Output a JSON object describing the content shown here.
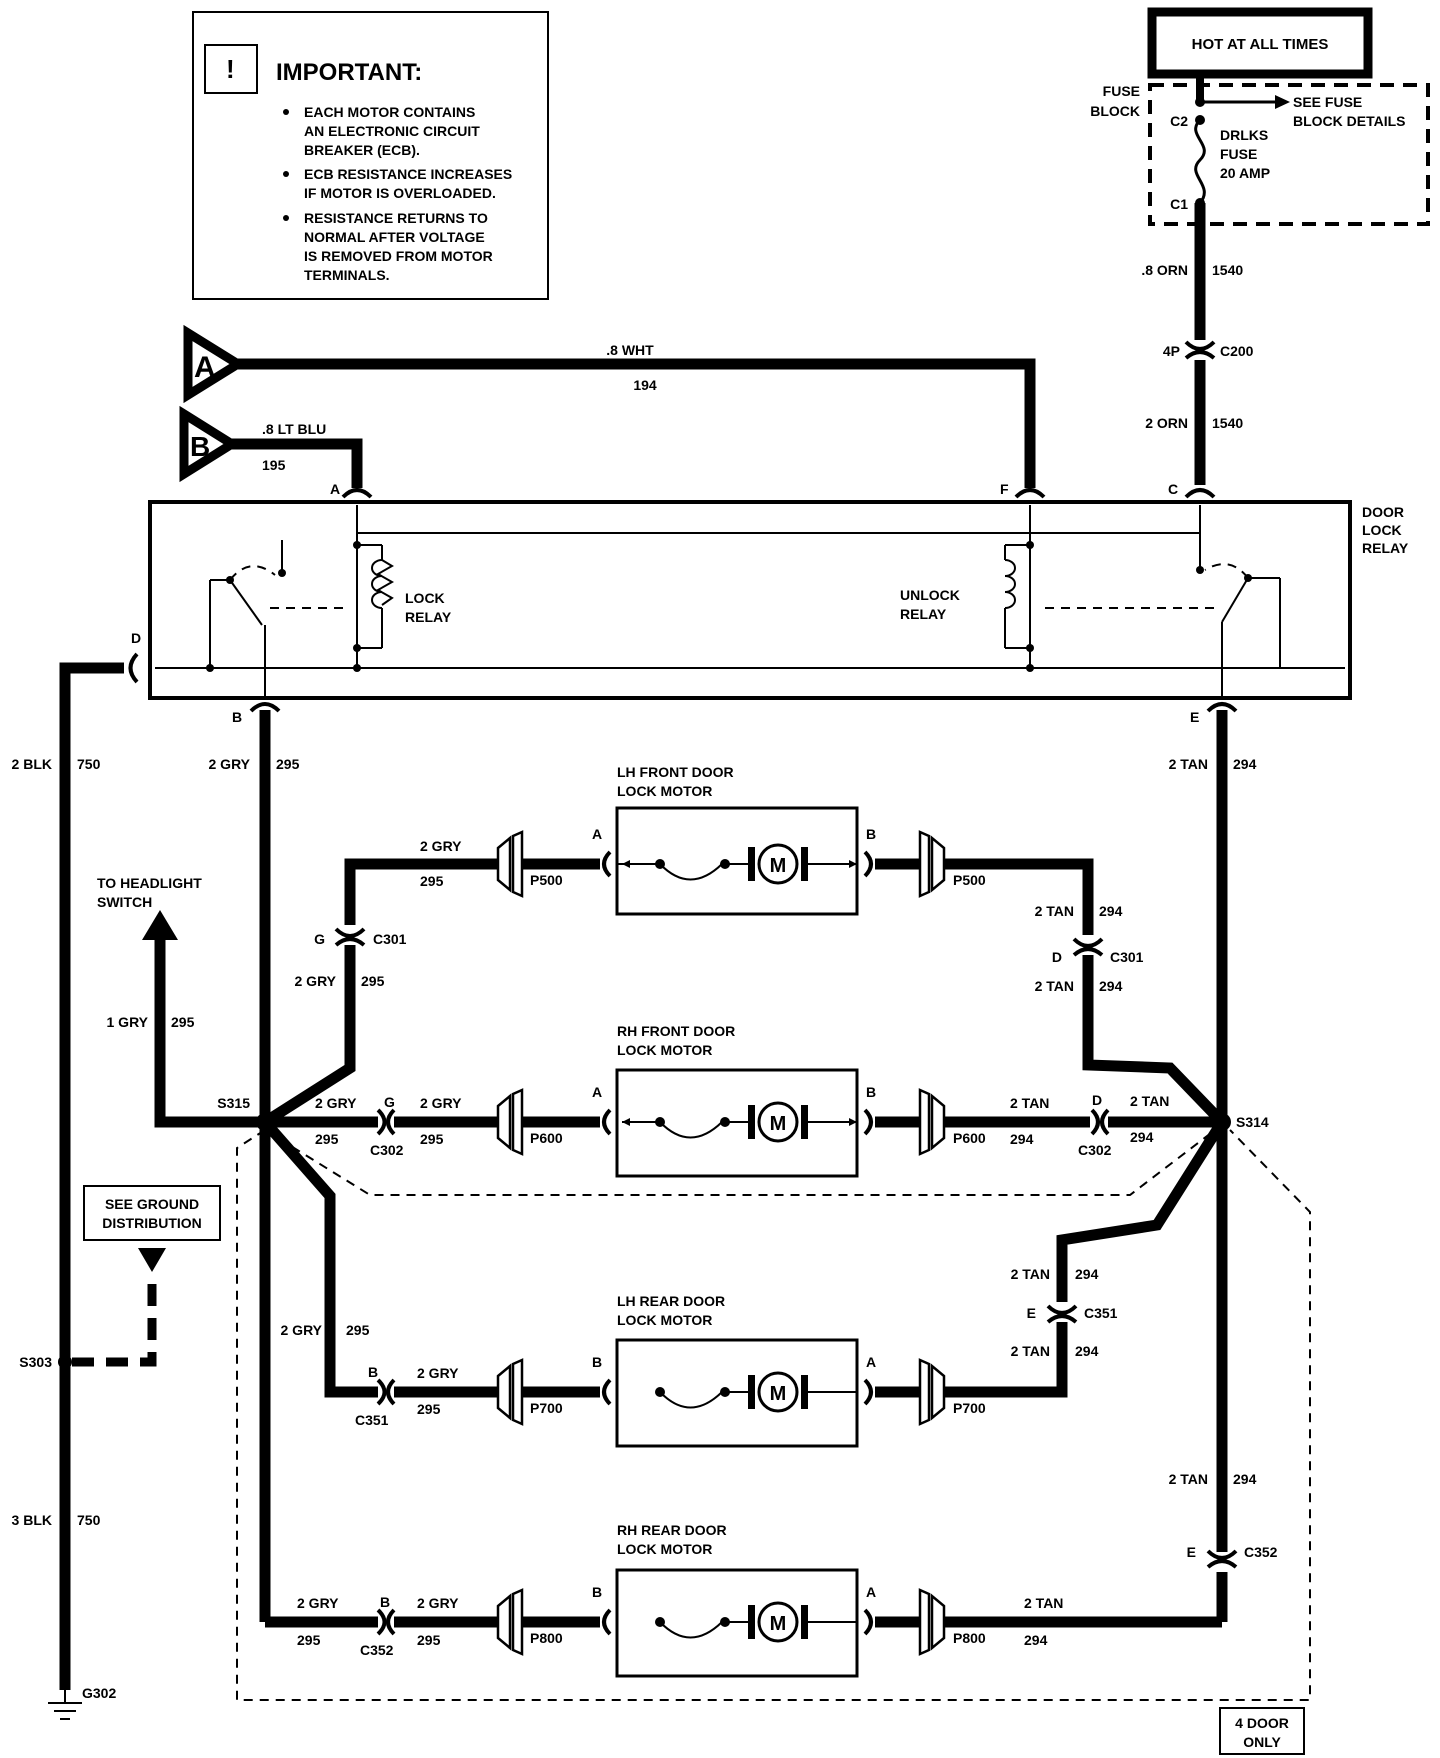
{
  "important": {
    "title": "IMPORTANT:",
    "lines": [
      [
        "EACH MOTOR CONTAINS",
        "AN ELECTRONIC CIRCUIT",
        "BREAKER (ECB)."
      ],
      [
        "ECB RESISTANCE INCREASES",
        "IF MOTOR IS OVERLOADED."
      ],
      [
        "RESISTANCE RETURNS TO",
        "NORMAL AFTER VOLTAGE",
        "IS REMOVED FROM MOTOR",
        "TERMINALS."
      ]
    ]
  },
  "hot_label": "HOT AT ALL TIMES",
  "fuse_block": {
    "label": [
      "FUSE",
      "BLOCK"
    ],
    "see": [
      "SEE FUSE",
      "BLOCK DETAILS"
    ],
    "fuse": [
      "DRLKS",
      "FUSE",
      "20 AMP"
    ],
    "c2": "C2",
    "c1": "C1"
  },
  "feed": {
    "w1": ".8 ORN",
    "c1": "1540",
    "conn_pin": "4P",
    "conn": "C200",
    "w2": "2 ORN",
    "c2": "1540"
  },
  "inputs": {
    "a": {
      "letter": "A",
      "wire": ".8 WHT",
      "circuit": "194"
    },
    "b": {
      "letter": "B",
      "wire": ".8 LT BLU",
      "circuit": "195"
    }
  },
  "relay": {
    "label": [
      "DOOR",
      "LOCK",
      "RELAY"
    ],
    "lock": [
      "LOCK",
      "RELAY"
    ],
    "unlock": [
      "UNLOCK",
      "RELAY"
    ],
    "pins": {
      "a": "A",
      "f": "F",
      "c": "C",
      "d": "D",
      "b": "B",
      "e": "E"
    }
  },
  "wires": {
    "blk2": "2 BLK",
    "blk_c": "750",
    "blk3": "3 BLK",
    "gry2": "2 GRY",
    "gry_c": "295",
    "gry1": "1 GRY",
    "tan2": "2 TAN",
    "tan_c": "294"
  },
  "headlight": [
    "TO HEADLIGHT",
    "SWITCH"
  ],
  "ground": {
    "see": [
      "SEE GROUND",
      "DISTRIBUTION"
    ],
    "s303": "S303",
    "g302": "G302"
  },
  "splices": {
    "s315": "S315",
    "s314": "S314"
  },
  "motors": [
    {
      "title": [
        "LH FRONT DOOR",
        "LOCK MOTOR"
      ],
      "left_pin": "A",
      "right_pin": "B",
      "left_conn": "P500",
      "right_conn": "P500"
    },
    {
      "title": [
        "RH FRONT DOOR",
        "LOCK MOTOR"
      ],
      "left_pin": "A",
      "right_pin": "B",
      "left_conn": "P600",
      "right_conn": "P600"
    },
    {
      "title": [
        "LH REAR DOOR",
        "LOCK MOTOR"
      ],
      "left_pin": "B",
      "right_pin": "A",
      "left_conn": "P700",
      "right_conn": "P700"
    },
    {
      "title": [
        "RH REAR DOOR",
        "LOCK MOTOR"
      ],
      "left_pin": "B",
      "right_pin": "A",
      "left_conn": "P800",
      "right_conn": "P800"
    }
  ],
  "motor_symbol": "M",
  "connectors": {
    "c301": "C301",
    "c302": "C302",
    "c351": "C351",
    "c352": "C352",
    "g": "G",
    "b": "B",
    "d": "D",
    "e": "E"
  },
  "four_door": [
    "4 DOOR",
    "ONLY"
  ]
}
